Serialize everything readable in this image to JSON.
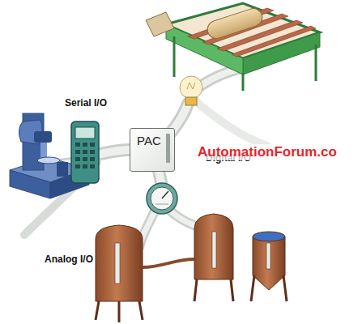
{
  "diagram": {
    "nodes": [
      {
        "text": [
          "PAC"
        ]
      }
    ],
    "labels": [
      "Serial I/O",
      "Digital I/O",
      "Analog I/O",
      "AutomationForum.co"
    ]
  }
}
